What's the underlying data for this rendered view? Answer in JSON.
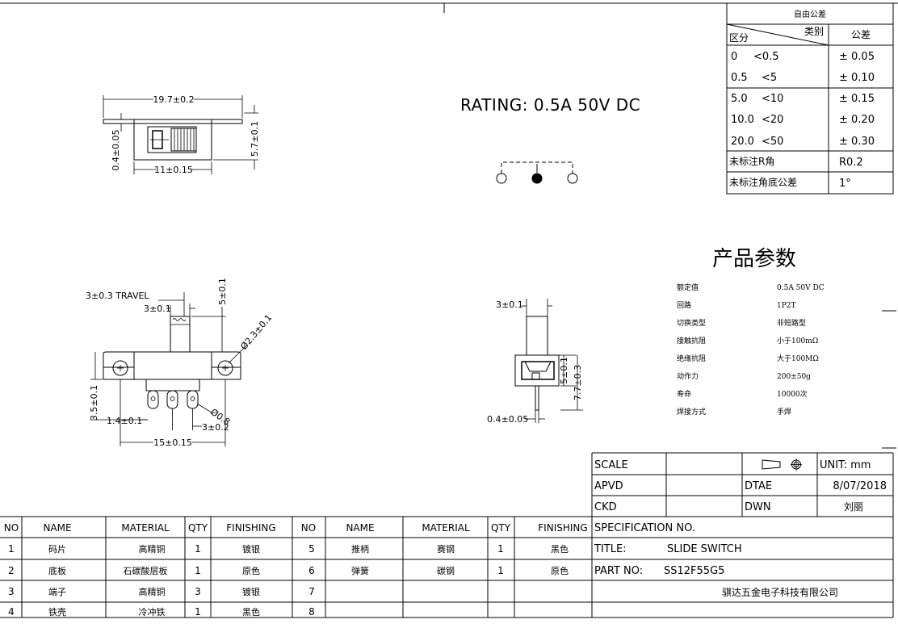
{
  "tolerance_table": {
    "title": "自由公差",
    "header_category": "类别",
    "header_section": "区分",
    "header_tolerance": "公差",
    "rows": [
      {
        "range": "0",
        "limit": "<0.5",
        "tol": "± 0.05"
      },
      {
        "range": "0.5",
        "limit": "<5",
        "tol": "± 0.10"
      },
      {
        "range": "5.0",
        "limit": "<10",
        "tol": "± 0.15"
      },
      {
        "range": "10.0",
        "limit": "<20",
        "tol": "± 0.20"
      },
      {
        "range": "20.0",
        "limit": "<50",
        "tol": "± 0.30"
      }
    ],
    "radius_label": "未标注R角",
    "radius_value": "R0.2",
    "angle_label": "未标注角底公差",
    "angle_value": "1°"
  },
  "rating": "RATING: 0.5A  50V  DC",
  "top_view": {
    "dim_width": "19.7±0.2",
    "dim_height": "5.7±0.1",
    "dim_plate": "0.4±0.05",
    "dim_body": "11±0.15"
  },
  "front_view": {
    "travel": "3±0.3   TRAVEL",
    "dim_knob_w": "3±0.1",
    "dim_knob_h": "5±0.1",
    "dim_hole": "Ø2.3±0.1",
    "dim_height": "3.5±0.1",
    "dim_left": "1.4±0.1",
    "dim_pin": "Ø0.8",
    "dim_pitch": "3±0.2",
    "dim_span": "15±0.15"
  },
  "side_view": {
    "dim_knob": "3±0.1",
    "dim_a": "5±0.1",
    "dim_b": "7.7±0.3",
    "dim_plate": "0.4±0.05"
  },
  "params": {
    "title": "产品参数",
    "items": [
      {
        "label": "额定值",
        "value": "0.5A  50V  DC"
      },
      {
        "label": "回路",
        "value": "1P2T"
      },
      {
        "label": "切换类型",
        "value": "非短路型"
      },
      {
        "label": "接触抗阻",
        "value": "小于100mΩ"
      },
      {
        "label": "绝缘抗阻",
        "value": "大于100MΩ"
      },
      {
        "label": "动作力",
        "value": "200±50g"
      },
      {
        "label": "寿命",
        "value": "10000次"
      },
      {
        "label": "焊接方式",
        "value": "手焊"
      }
    ]
  },
  "title_block": {
    "scale_label": "SCALE",
    "scale_value": "",
    "unit": "UNIT: mm",
    "apvd_label": "APVD",
    "apvd_value": "",
    "date_label": "DTAE",
    "date_value": "8/07/2018",
    "ckd_label": "CKD",
    "ckd_value": "",
    "dwn_label": "DWN",
    "dwn_value": "刘丽",
    "spec": "SPECIFICATION  NO.",
    "title_label": "TITLE:",
    "title_value": "SLIDE  SWITCH",
    "part_label": "PART  NO:",
    "part_value": "SS12F55G5",
    "company": "骐达五金电子科技有限公司"
  },
  "bom": {
    "headers": [
      "NO",
      "NAME",
      "MATERIAL",
      "QTY",
      "FINISHING",
      "NO",
      "NAME",
      "MATERIAL",
      "QTY",
      "FINISHING"
    ],
    "rows": [
      [
        "1",
        "码片",
        "高精铜",
        "1",
        "镀银",
        "5",
        "推柄",
        "赛钢",
        "1",
        "黑色"
      ],
      [
        "2",
        "底板",
        "石碳酸层板",
        "1",
        "原色",
        "6",
        "弹簧",
        "碳钢",
        "1",
        "原色"
      ],
      [
        "3",
        "端子",
        "高精铜",
        "3",
        "镀银",
        "7",
        "",
        "",
        "",
        ""
      ],
      [
        "4",
        "铁壳",
        "冷冲铁",
        "1",
        "黑色",
        "8",
        "",
        "",
        "",
        ""
      ]
    ]
  }
}
